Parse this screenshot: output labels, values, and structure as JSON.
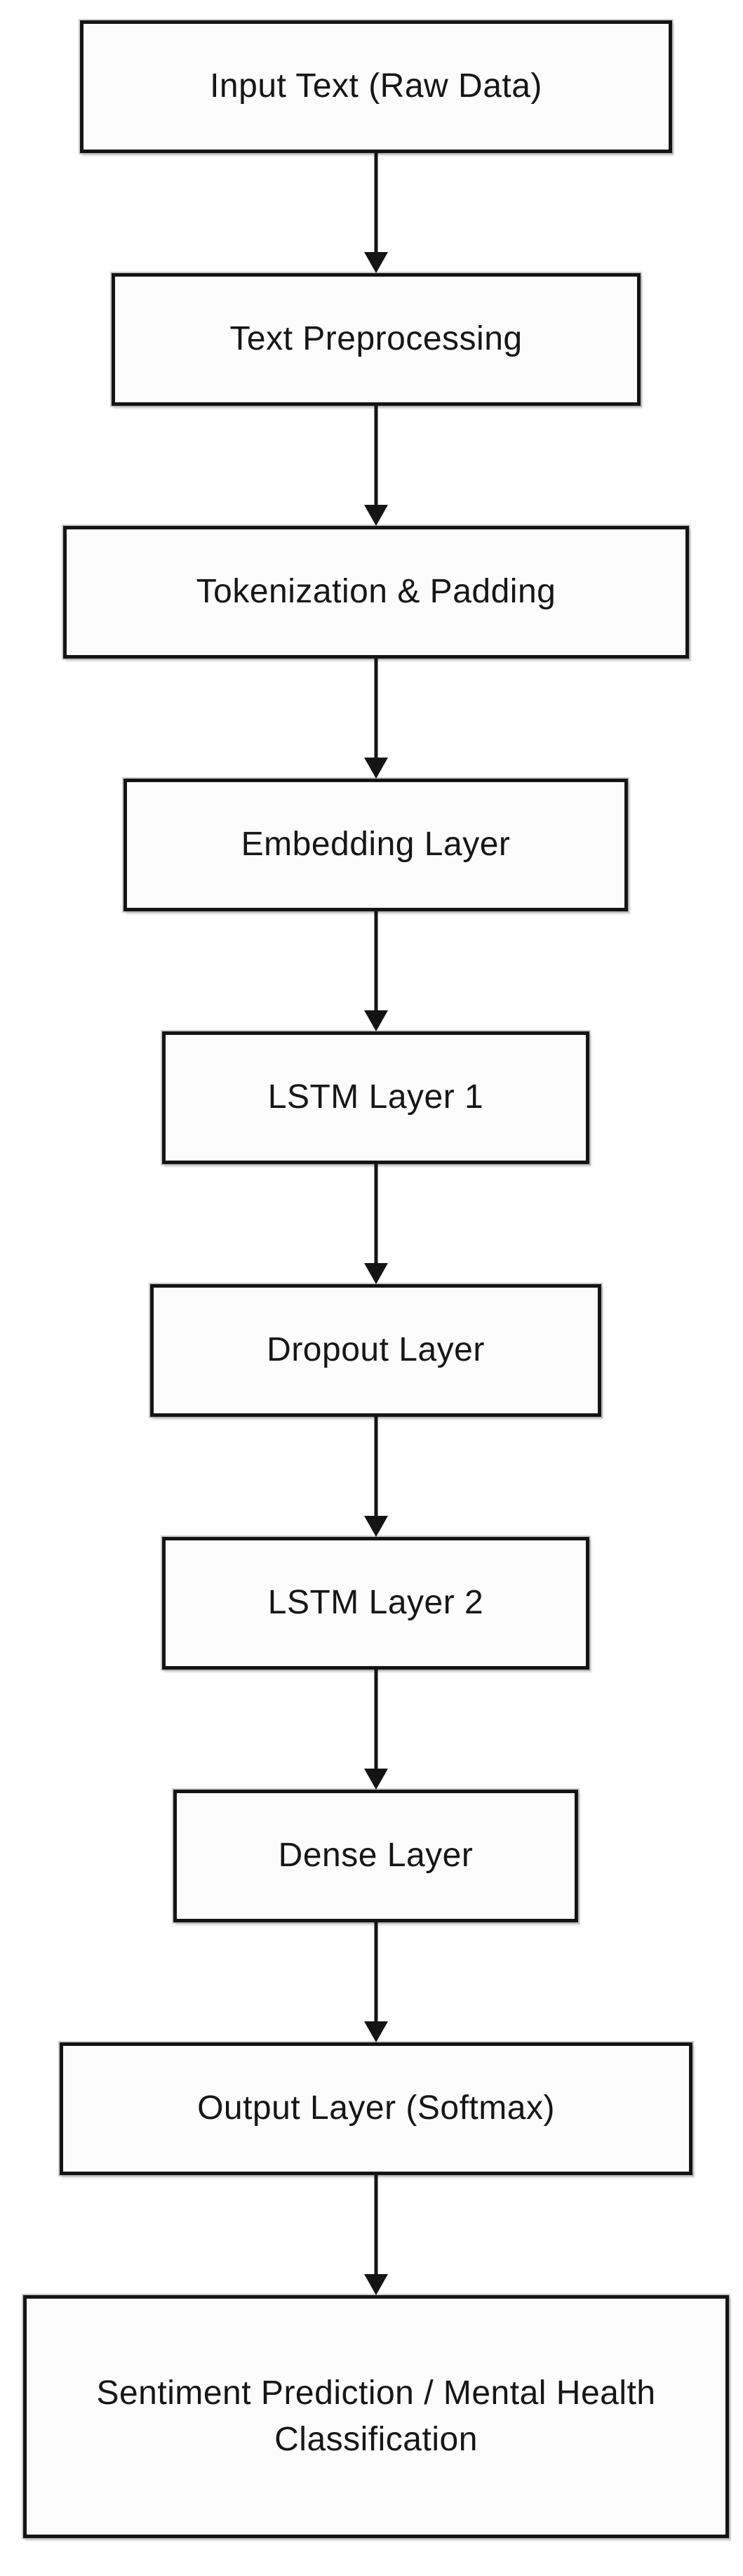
{
  "diagram": {
    "type": "flowchart",
    "direction": "top-to-bottom",
    "colors": {
      "background": "#ffffff",
      "box_fill": "#fcfcfc",
      "box_border": "#141414",
      "arrow": "#141414",
      "text": "#161616"
    },
    "nodes": [
      {
        "id": "input-text",
        "label": "Input Text (Raw Data)"
      },
      {
        "id": "text-preprocessing",
        "label": "Text Preprocessing"
      },
      {
        "id": "tokenization-padding",
        "label": "Tokenization & Padding"
      },
      {
        "id": "embedding-layer",
        "label": "Embedding Layer"
      },
      {
        "id": "lstm-layer-1",
        "label": "LSTM Layer 1"
      },
      {
        "id": "dropout-layer",
        "label": "Dropout Layer"
      },
      {
        "id": "lstm-layer-2",
        "label": "LSTM Layer 2"
      },
      {
        "id": "dense-layer",
        "label": "Dense Layer"
      },
      {
        "id": "output-layer-softmax",
        "label": "Output Layer (Softmax)"
      },
      {
        "id": "sentiment-prediction",
        "label": "Sentiment Prediction / Mental Health\nClassification"
      }
    ],
    "edges": [
      {
        "from": "input-text",
        "to": "text-preprocessing"
      },
      {
        "from": "text-preprocessing",
        "to": "tokenization-padding"
      },
      {
        "from": "tokenization-padding",
        "to": "embedding-layer"
      },
      {
        "from": "embedding-layer",
        "to": "lstm-layer-1"
      },
      {
        "from": "lstm-layer-1",
        "to": "dropout-layer"
      },
      {
        "from": "dropout-layer",
        "to": "lstm-layer-2"
      },
      {
        "from": "lstm-layer-2",
        "to": "dense-layer"
      },
      {
        "from": "dense-layer",
        "to": "output-layer-softmax"
      },
      {
        "from": "output-layer-softmax",
        "to": "sentiment-prediction"
      }
    ]
  }
}
